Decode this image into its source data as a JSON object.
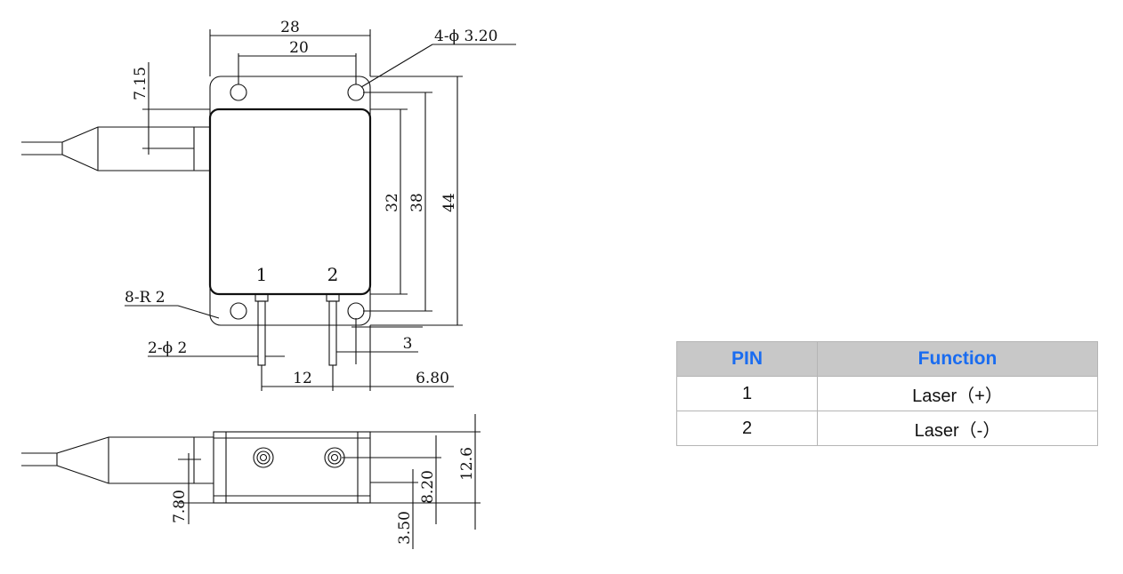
{
  "drawing": {
    "top_view": {
      "dim_width_outer": "28",
      "dim_hole_spacing_x": "20",
      "dim_hole_callout": "4-ϕ 3.20",
      "dim_fiber_offset": "7.15",
      "dim_height_32": "32",
      "dim_height_38": "38",
      "dim_height_44": "44",
      "pin_label_1": "1",
      "pin_label_2": "2",
      "dim_corner_radius": "8-R 2",
      "dim_pin_dia": "2-ϕ 2",
      "dim_pin_length": "3",
      "dim_pin_spacing": "12",
      "dim_pin_edge": "6.80"
    },
    "side_view": {
      "dim_fiber_height": "7.80",
      "dim_base": "3.50",
      "dim_center": "8.20",
      "dim_total_height": "12.6"
    }
  },
  "pin_table": {
    "headers": [
      "PIN",
      "Function"
    ],
    "rows": [
      [
        "1",
        "Laser（+）"
      ],
      [
        "2",
        "Laser（-）"
      ]
    ],
    "header_bg": "#c8c8c8",
    "header_text_color": "#1a6cf0"
  }
}
